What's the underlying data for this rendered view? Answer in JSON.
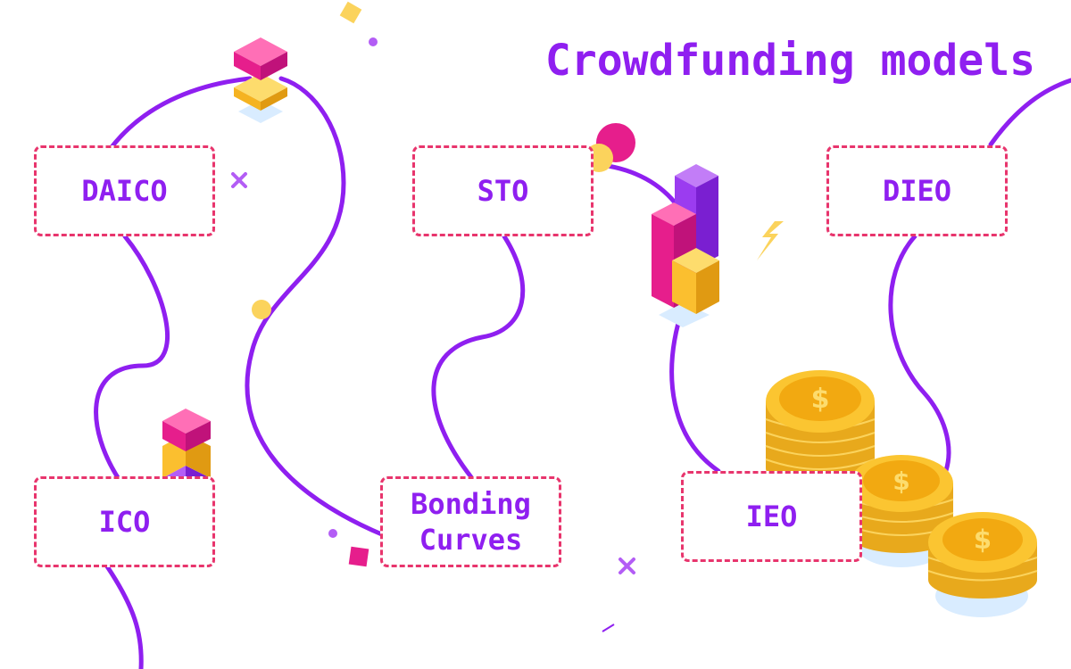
{
  "title": "Crowdfunding models",
  "nodes": {
    "daico": "DAICO",
    "sto": "STO",
    "dieo": "DIEO",
    "ico": "ICO",
    "bonding": "Bonding\nCurves",
    "ieo": "IEO"
  },
  "colors": {
    "accent": "#8f1ff0",
    "box_border": "#e8356d",
    "magenta": "#e61e8c",
    "gold": "#fbbf2f",
    "purple_block": "#9b3cf0",
    "shadow": "#d9ecff"
  },
  "icons": [
    "stacked-cubes-icon",
    "tall-block-tower-icon",
    "bar-blocks-icon",
    "coin-stacks-icon",
    "lightning-icon",
    "cross-icon"
  ]
}
